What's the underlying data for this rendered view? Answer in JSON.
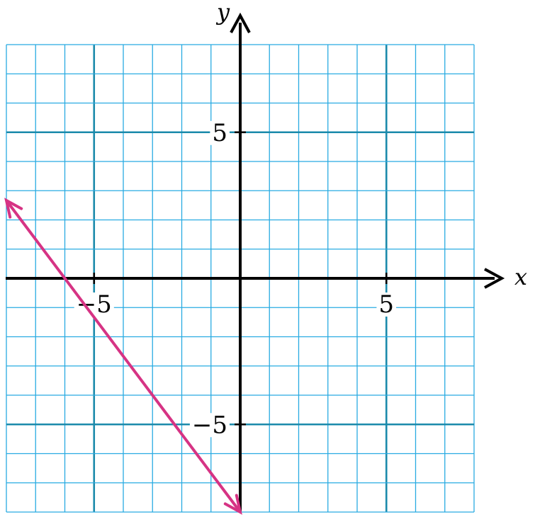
{
  "chart_data": {
    "type": "line",
    "xlabel": "x",
    "ylabel": "y",
    "xlim": [
      -8,
      8
    ],
    "ylim": [
      -8,
      8
    ],
    "grid": true,
    "x_ticks": [
      {
        "value": -5,
        "label": "−5"
      },
      {
        "value": 5,
        "label": "5"
      }
    ],
    "y_ticks": [
      {
        "value": 5,
        "label": "5"
      },
      {
        "value": -5,
        "label": "−5"
      }
    ],
    "series": [
      {
        "points": [
          {
            "x": -8,
            "y": 2.6667
          },
          {
            "x": 0,
            "y": -8
          }
        ],
        "arrows": "both",
        "color": "#d63384"
      }
    ]
  },
  "colors": {
    "minor_grid": "#29abe2",
    "major_grid": "#1b8aab",
    "line": "#d63384",
    "axis": "#000000"
  }
}
